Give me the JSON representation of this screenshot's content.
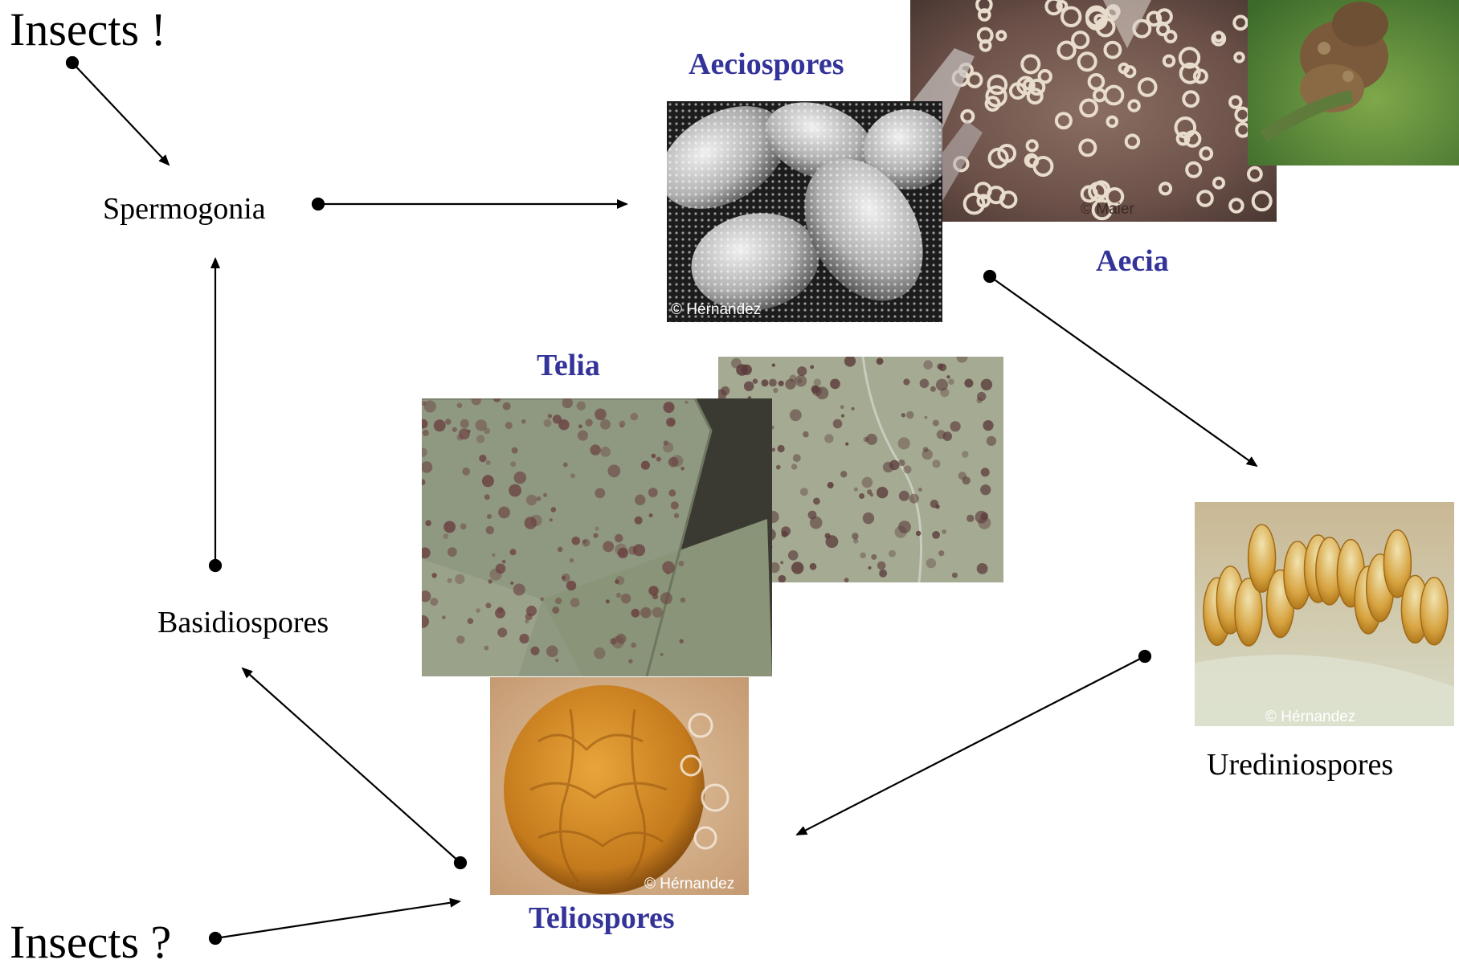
{
  "labels": {
    "insects_top": "Insects !",
    "insects_bottom": "Insects ?",
    "spermogonia": "Spermogonia",
    "basidiospores": "Basidiospores",
    "urediniospores": "Urediniospores",
    "aeciospores": "Aeciospores",
    "aecia": "Aecia",
    "telia": "Telia",
    "teliospores": "Teliospores"
  },
  "credits": {
    "aeciospores_photo": "© Hérnandez",
    "aecia_photo": "© Maier",
    "urediniospores_photo": "© Hérnandez",
    "teliospores_photo": "© Hérnandez"
  },
  "colors": {
    "stage_label": "#333399",
    "arrow": "#000000"
  }
}
